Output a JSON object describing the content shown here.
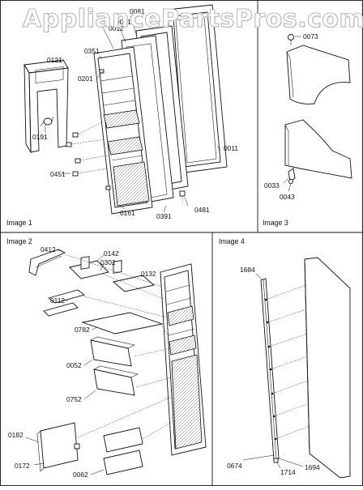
{
  "watermark": "AppliancePartsPros.com",
  "panels": {
    "image1": "Image 1",
    "image2": "Image 2",
    "image3": "Image 3",
    "image4": "Image 4"
  },
  "parts": {
    "p0011": "0011",
    "p0081": "0081",
    "p0012": "0012",
    "p0021": "0021",
    "p0351": "0351",
    "p0121": "0121",
    "p0201": "0201",
    "p0191": "0191",
    "p0451": "0451",
    "p0161": "0161",
    "p0391": "0391",
    "p0481": "0481",
    "p0073": "0073",
    "p0033": "0033",
    "p0043": "0043",
    "p0412": "0412",
    "p0142": "0142",
    "p0302": "0302",
    "p0132": "0132",
    "p0112": "0112",
    "p0782": "0782",
    "p0052": "0052",
    "p0752": "0752",
    "p0182": "0182",
    "p0172": "0172",
    "p0062": "0062",
    "p1684": "1684",
    "p0674": "0674",
    "p1714": "1714",
    "p1694": "1694"
  }
}
